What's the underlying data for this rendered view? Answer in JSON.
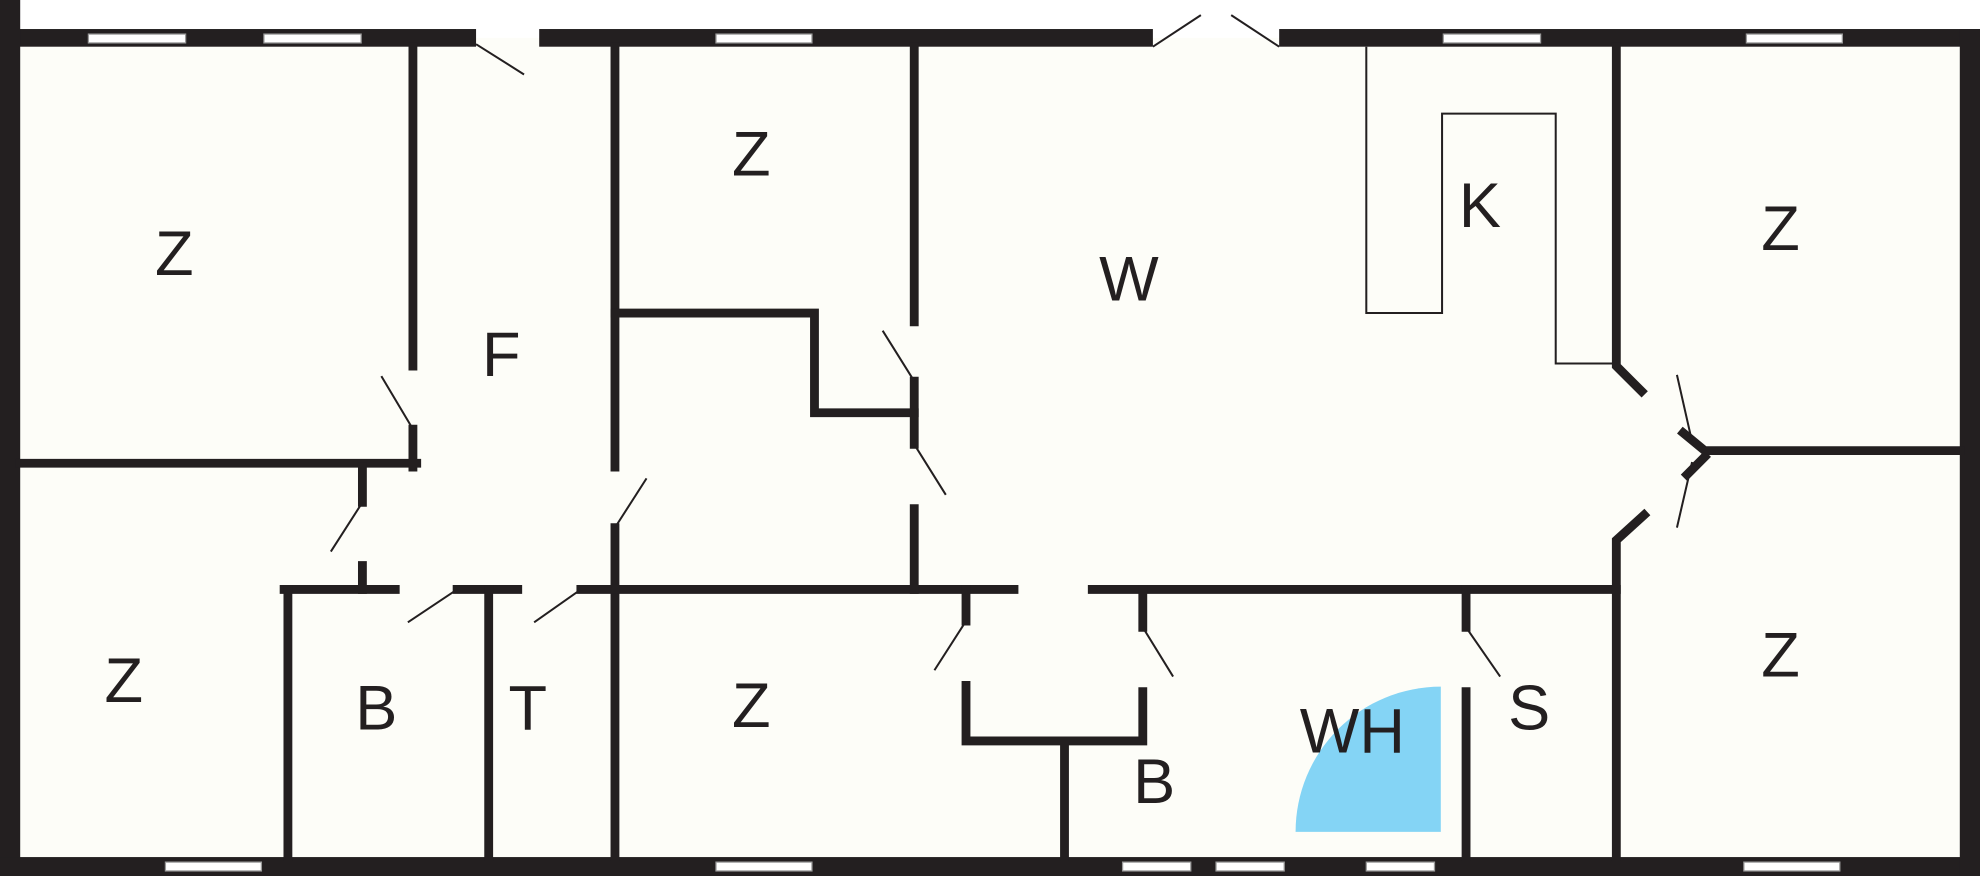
{
  "floorplan": {
    "rooms": [
      {
        "label": "Z"
      },
      {
        "label": "F"
      },
      {
        "label": "Z"
      },
      {
        "label": "W"
      },
      {
        "label": "K"
      },
      {
        "label": "Z"
      },
      {
        "label": "Z"
      },
      {
        "label": "B"
      },
      {
        "label": "T"
      },
      {
        "label": "Z"
      },
      {
        "label": "B"
      },
      {
        "label": "WH"
      },
      {
        "label": "S"
      },
      {
        "label": "Z"
      }
    ],
    "colors": {
      "wall": "#231f20",
      "floor": "#fdfdf8",
      "whirlpool": "#84d4f5"
    }
  }
}
